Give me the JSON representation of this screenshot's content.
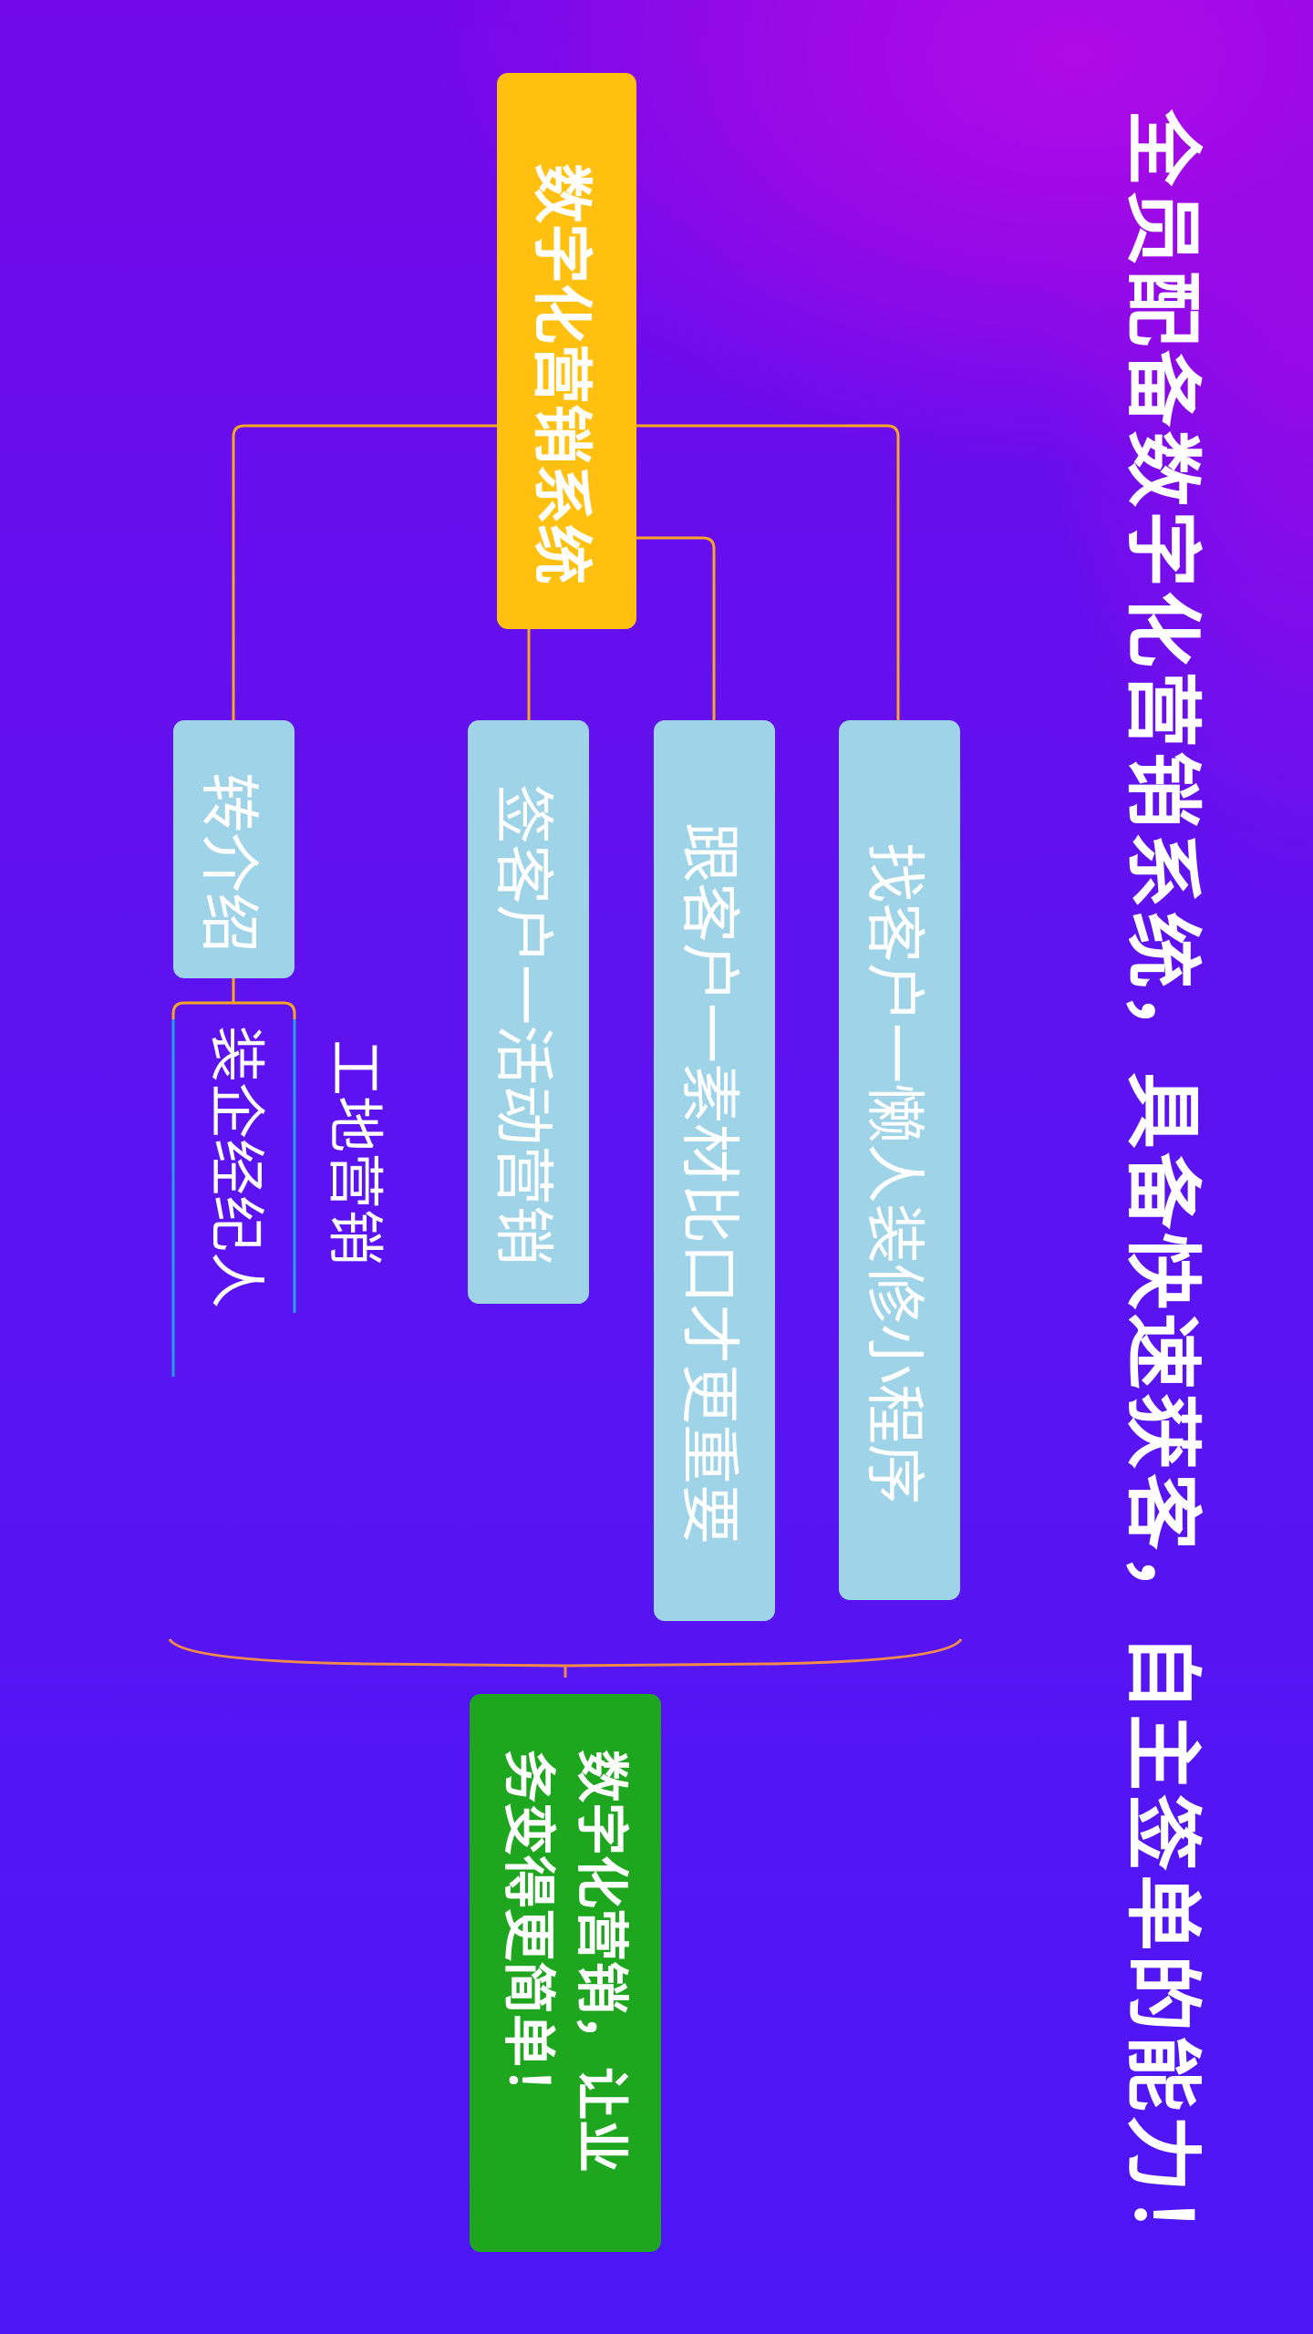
{
  "title": "全员配备数字化营销系统，具备快速获客，自主签单的能力！",
  "root": "数字化营销系统",
  "children": [
    {
      "label": "找客户一懒人装修小程序"
    },
    {
      "label": "跟客户一素材比口才更重要"
    },
    {
      "label": "签客户一活动营销"
    },
    {
      "label": "转介绍"
    }
  ],
  "referral_sub": [
    "装企经纪人",
    "工地营销"
  ],
  "conclusion": "数字化营销，让业务变得更简单！",
  "colors": {
    "root": "#ffc00f",
    "child": "#9fd3e8",
    "conclusion": "#1fa61f",
    "connector": "#f5a623"
  }
}
